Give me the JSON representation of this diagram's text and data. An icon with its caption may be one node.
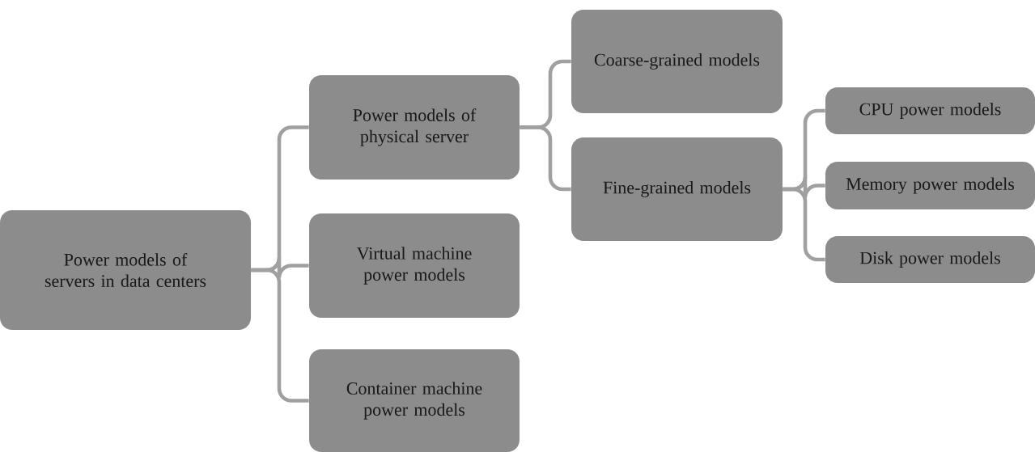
{
  "diagram": {
    "nodes": [
      {
        "text": [
          "Power models of servers in data centers"
        ]
      },
      {
        "text": [
          "Power models of physical server"
        ]
      },
      {
        "text": [
          "Virtual machine power models"
        ]
      },
      {
        "text": [
          "Container machine power models"
        ]
      },
      {
        "text": [
          "Coarse-grained models"
        ]
      },
      {
        "text": [
          "Fine-grained models"
        ]
      },
      {
        "text": [
          "CPU power models"
        ]
      },
      {
        "text": [
          "Memory power models"
        ]
      },
      {
        "text": [
          "Disk power models"
        ]
      }
    ],
    "edges": [
      {
        "from": 0,
        "to": 1,
        "arrow": "none"
      },
      {
        "from": 0,
        "to": 2,
        "arrow": "none"
      },
      {
        "from": 0,
        "to": 3,
        "arrow": "none"
      },
      {
        "from": 1,
        "to": 4,
        "arrow": "none"
      },
      {
        "from": 1,
        "to": 5,
        "arrow": "none"
      },
      {
        "from": 5,
        "to": 6,
        "arrow": "none"
      },
      {
        "from": 5,
        "to": 7,
        "arrow": "none"
      },
      {
        "from": 5,
        "to": 8,
        "arrow": "none"
      }
    ]
  }
}
